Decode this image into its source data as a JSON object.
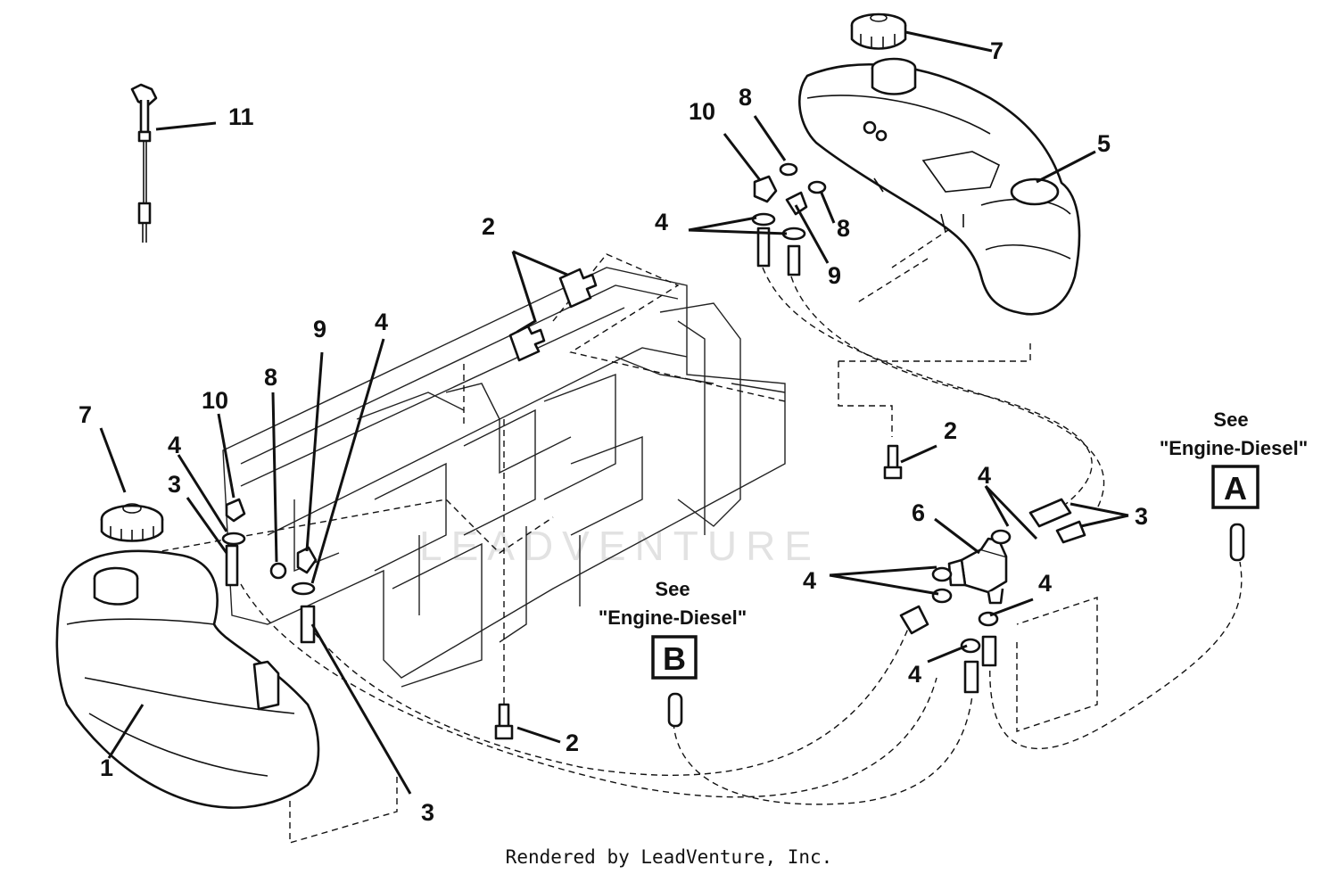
{
  "callouts": {
    "c1": "1",
    "c2a": "2",
    "c2b": "2",
    "c2c": "2",
    "c3a": "3",
    "c3b": "3",
    "c3c": "3",
    "c4a": "4",
    "c4b": "4",
    "c4c": "4",
    "c4d": "4",
    "c4e": "4",
    "c4f": "4",
    "c4g": "4",
    "c5": "5",
    "c6": "6",
    "c7a": "7",
    "c7b": "7",
    "c8a": "8",
    "c8b": "8",
    "c8c": "8",
    "c9a": "9",
    "c9b": "9",
    "c10a": "10",
    "c10b": "10",
    "c11": "11"
  },
  "references": {
    "a": {
      "see": "See",
      "target": "\"Engine-Diesel\"",
      "letter": "A"
    },
    "b": {
      "see": "See",
      "target": "\"Engine-Diesel\"",
      "letter": "B"
    }
  },
  "watermark": "LEADVENTURE",
  "footer": "Rendered by LeadVenture, Inc."
}
